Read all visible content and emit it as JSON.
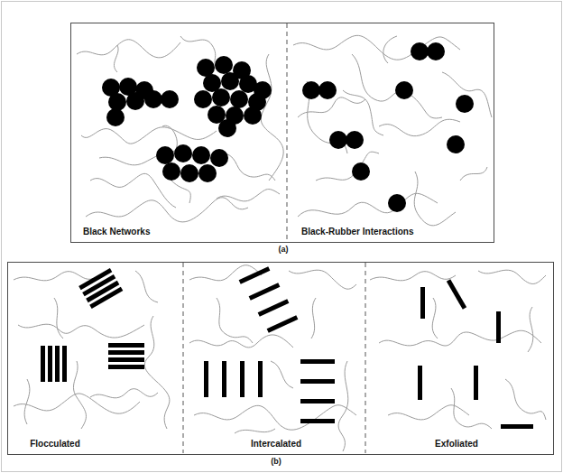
{
  "diagram": {
    "nodes": [
      {
        "text": [
          "Black Networks",
          "Black-Rubber Interactions",
          "(a)"
        ]
      },
      {
        "text": [
          "Flocculated",
          "Intercalated",
          "Exfoliated",
          "(b)"
        ]
      }
    ]
  }
}
